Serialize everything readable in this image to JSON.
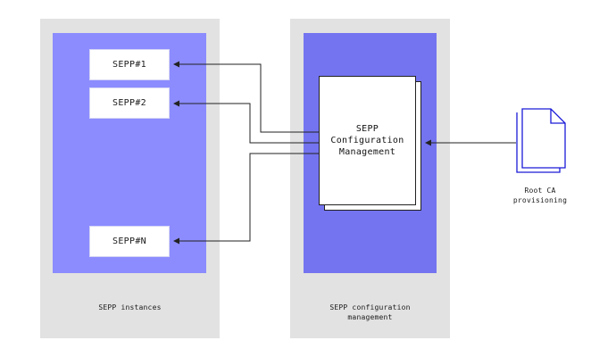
{
  "colors": {
    "panel_bg": "#e2e2e2",
    "left_inner": "#8c8cff",
    "right_inner": "#7474f0",
    "arrow": "#222222",
    "file_icon": "#1a1ad8"
  },
  "left_panel": {
    "caption": "SEPP instances",
    "instances": [
      {
        "label": "SEPP#1"
      },
      {
        "label": "SEPP#2"
      },
      {
        "label": "SEPP#N"
      }
    ]
  },
  "right_panel": {
    "caption_line1": "SEPP configuration",
    "caption_line2": "management",
    "doc_line1": "SEPP",
    "doc_line2": "Configuration",
    "doc_line3": "Management"
  },
  "root_ca": {
    "icon": "file-icon",
    "line1": "Root CA",
    "line2": "provisioning"
  }
}
